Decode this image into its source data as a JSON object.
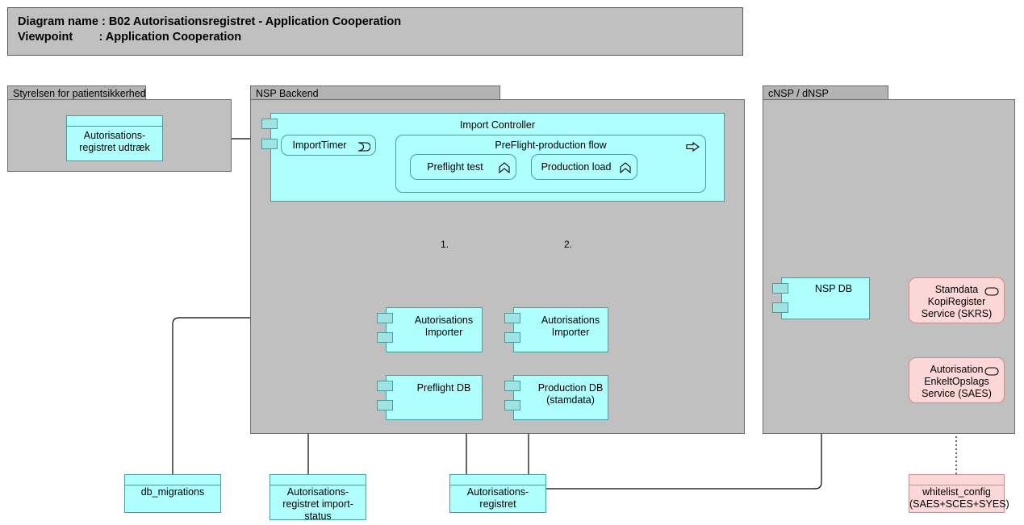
{
  "title": {
    "line1": "Diagram name : B02 Autorisationsregistret - Application Cooperation",
    "line2": "Viewpoint        : Application Cooperation"
  },
  "groups": [
    {
      "name": "styrelsen",
      "label": "Styrelsen for patientsikkerhed"
    },
    {
      "name": "nsp-backend",
      "label": "NSP Backend"
    },
    {
      "name": "cnsp-dnsp",
      "label": "cNSP / dNSP"
    }
  ],
  "nodes": {
    "autorisationsregistret_udtraek": "Autorisations-\nregistret udtræk",
    "import_controller": "Import Controller",
    "import_timer": "ImportTimer",
    "preflight_production_flow": "PreFlight-production flow",
    "preflight_test": "Preflight test",
    "production_load": "Production load",
    "autorisations_importer_left": "Autorisations\nImporter",
    "autorisations_importer_right": "Autorisations\nImporter",
    "preflight_db": "Preflight DB",
    "production_db": "Production DB\n(stamdata)",
    "nsp_db": "NSP DB",
    "skrs": "Stamdata\nKopiRegister\nService (SKRS)",
    "saes": "Autorisation\nEnkeltOpslags\nService (SAES)",
    "db_migrations": "db_migrations",
    "autorisationsregistret_import_status": "Autorisations-\nregistret import-\nstatus",
    "autorisationsregistret": "Autorisations-\nregistret",
    "whitelist_config": "whitelist_config\n(SAES+SCES+SYES)"
  },
  "edge_labels": {
    "preflight_sequence": "1.",
    "production_sequence": "2."
  },
  "icons": {
    "event": "event-icon",
    "function": "function-icon",
    "process": "process-arrow-icon",
    "service": "service-oval-icon"
  },
  "colors": {
    "application_fill": "#b0ffff",
    "application_stroke": "#4a9d9d",
    "service_fill": "#fbd7d7",
    "service_stroke": "#c98f8f",
    "group_fill": "#c0c0c0",
    "group_tab_fill": "#b3b3b3",
    "group_stroke": "#6d6d6d",
    "line": "#000000",
    "canvas": "#ffffff"
  }
}
